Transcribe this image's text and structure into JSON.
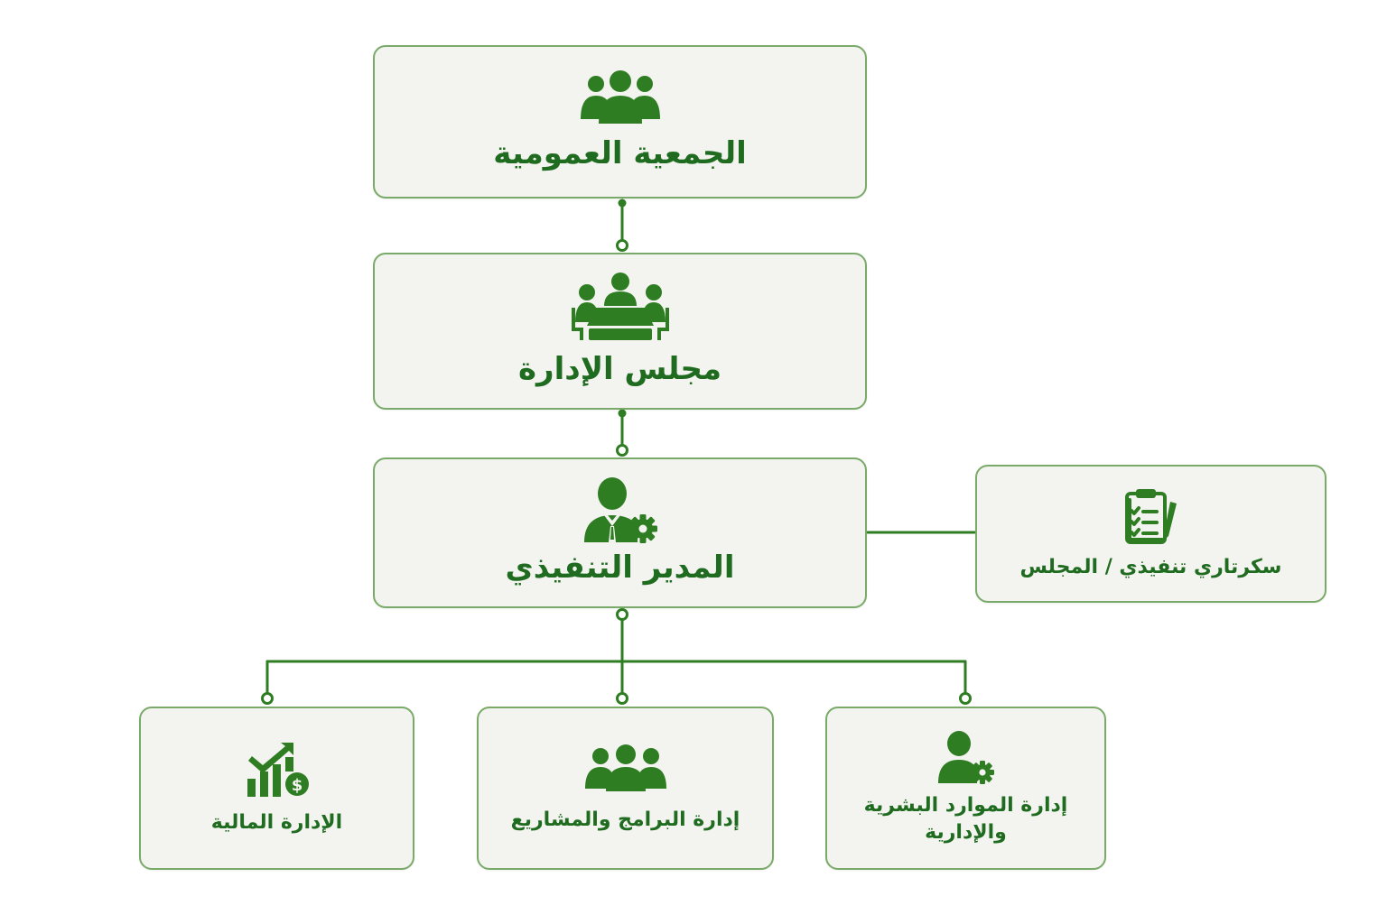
{
  "diagram": {
    "colors": {
      "primary": "#2e7d22",
      "text": "#1f6b1f",
      "box_fill": "#f3f4ef",
      "box_border": "#7aaa69",
      "background": "#ffffff"
    },
    "nodes": {
      "general_assembly": {
        "label": "الجمعية العمومية",
        "icon": "people-group-icon"
      },
      "board": {
        "label": "مجلس الإدارة",
        "icon": "meeting-table-icon"
      },
      "executive_director": {
        "label": "المدير التنفيذي",
        "icon": "manager-gear-icon"
      },
      "secretary": {
        "label": "سكرتاري تنفيذي / المجلس",
        "icon": "clipboard-checklist-icon"
      },
      "finance": {
        "label": "الإدارة المالية",
        "icon": "financial-growth-icon"
      },
      "programs": {
        "label": "إدارة البرامج والمشاريع",
        "icon": "team-group-icon"
      },
      "hr": {
        "label_line1": "إدارة الموارد البشرية",
        "label_line2": "والإدارية",
        "icon": "person-gear-icon"
      }
    }
  }
}
